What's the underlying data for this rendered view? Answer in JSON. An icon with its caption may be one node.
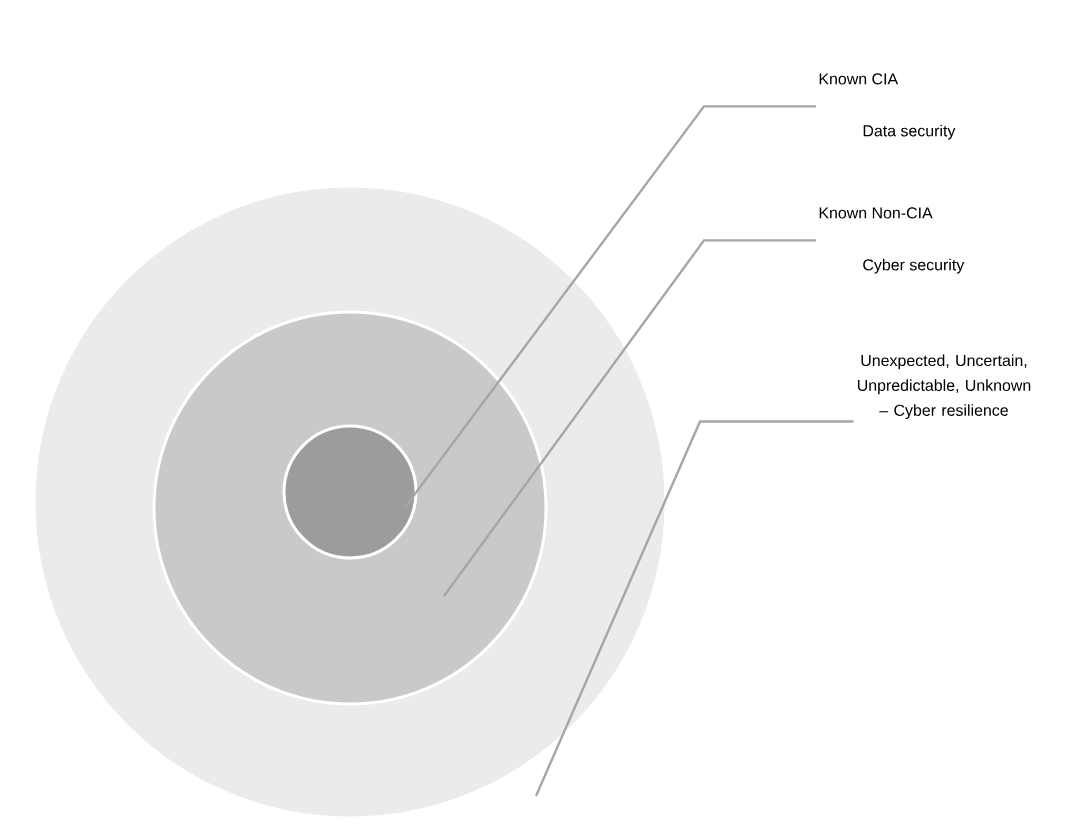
{
  "diagram": {
    "nodes": [
      {
        "text": [],
        "shape": "circle"
      },
      {
        "text": [],
        "shape": "circle",
        "in": 0
      },
      {
        "text": [],
        "shape": "circle",
        "in": 1
      },
      {
        "text": [
          "Known CIA",
          "Data security"
        ]
      },
      {
        "text": [
          "Known Non-CIA",
          "Cyber security"
        ]
      },
      {
        "text": [
          "Unexpected, Uncertain, Unpredictable, Unknown – Cyber resilience"
        ]
      }
    ],
    "edges": [
      {
        "from": 3,
        "to": 2,
        "arrow": "none"
      },
      {
        "from": 4,
        "to": 1,
        "arrow": "none"
      },
      {
        "from": 5,
        "to": 0,
        "arrow": "none"
      }
    ]
  }
}
